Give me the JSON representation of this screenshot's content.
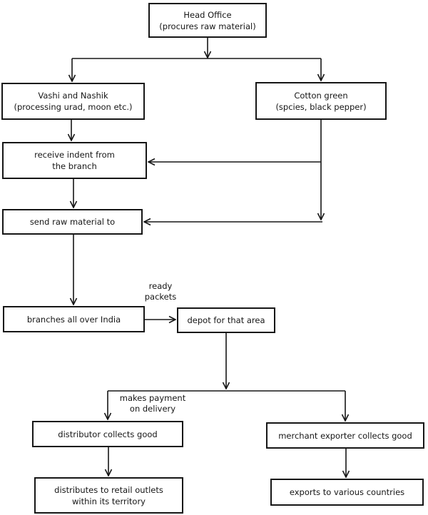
{
  "diagram": {
    "nodes": {
      "head_office": {
        "label": "Head Office\n(procures raw material)"
      },
      "vashi": {
        "label": "Vashi and Nashik\n(processing urad, moon etc.)"
      },
      "cotton_green": {
        "label": "Cotton green\n(spcies, black pepper)"
      },
      "receive_indent": {
        "label": "receive indent from\nthe branch"
      },
      "send_raw": {
        "label": "send raw material to"
      },
      "branches": {
        "label": "branches all over India"
      },
      "depot": {
        "label": "depot for that area"
      },
      "distributor": {
        "label": "distributor collects good"
      },
      "merchant_exporter": {
        "label": "merchant exporter collects good"
      },
      "retail_outlets": {
        "label": "distributes to retail outlets\nwithin its territory"
      },
      "exports": {
        "label": "exports to various countries"
      }
    },
    "edge_labels": {
      "ready_packets": "ready\npackets",
      "makes_payment": "makes payment\non delivery"
    },
    "colors": {
      "background": "#ffffff",
      "line": "#161616",
      "text": "#161616",
      "box_fill": "#ffffff"
    }
  }
}
